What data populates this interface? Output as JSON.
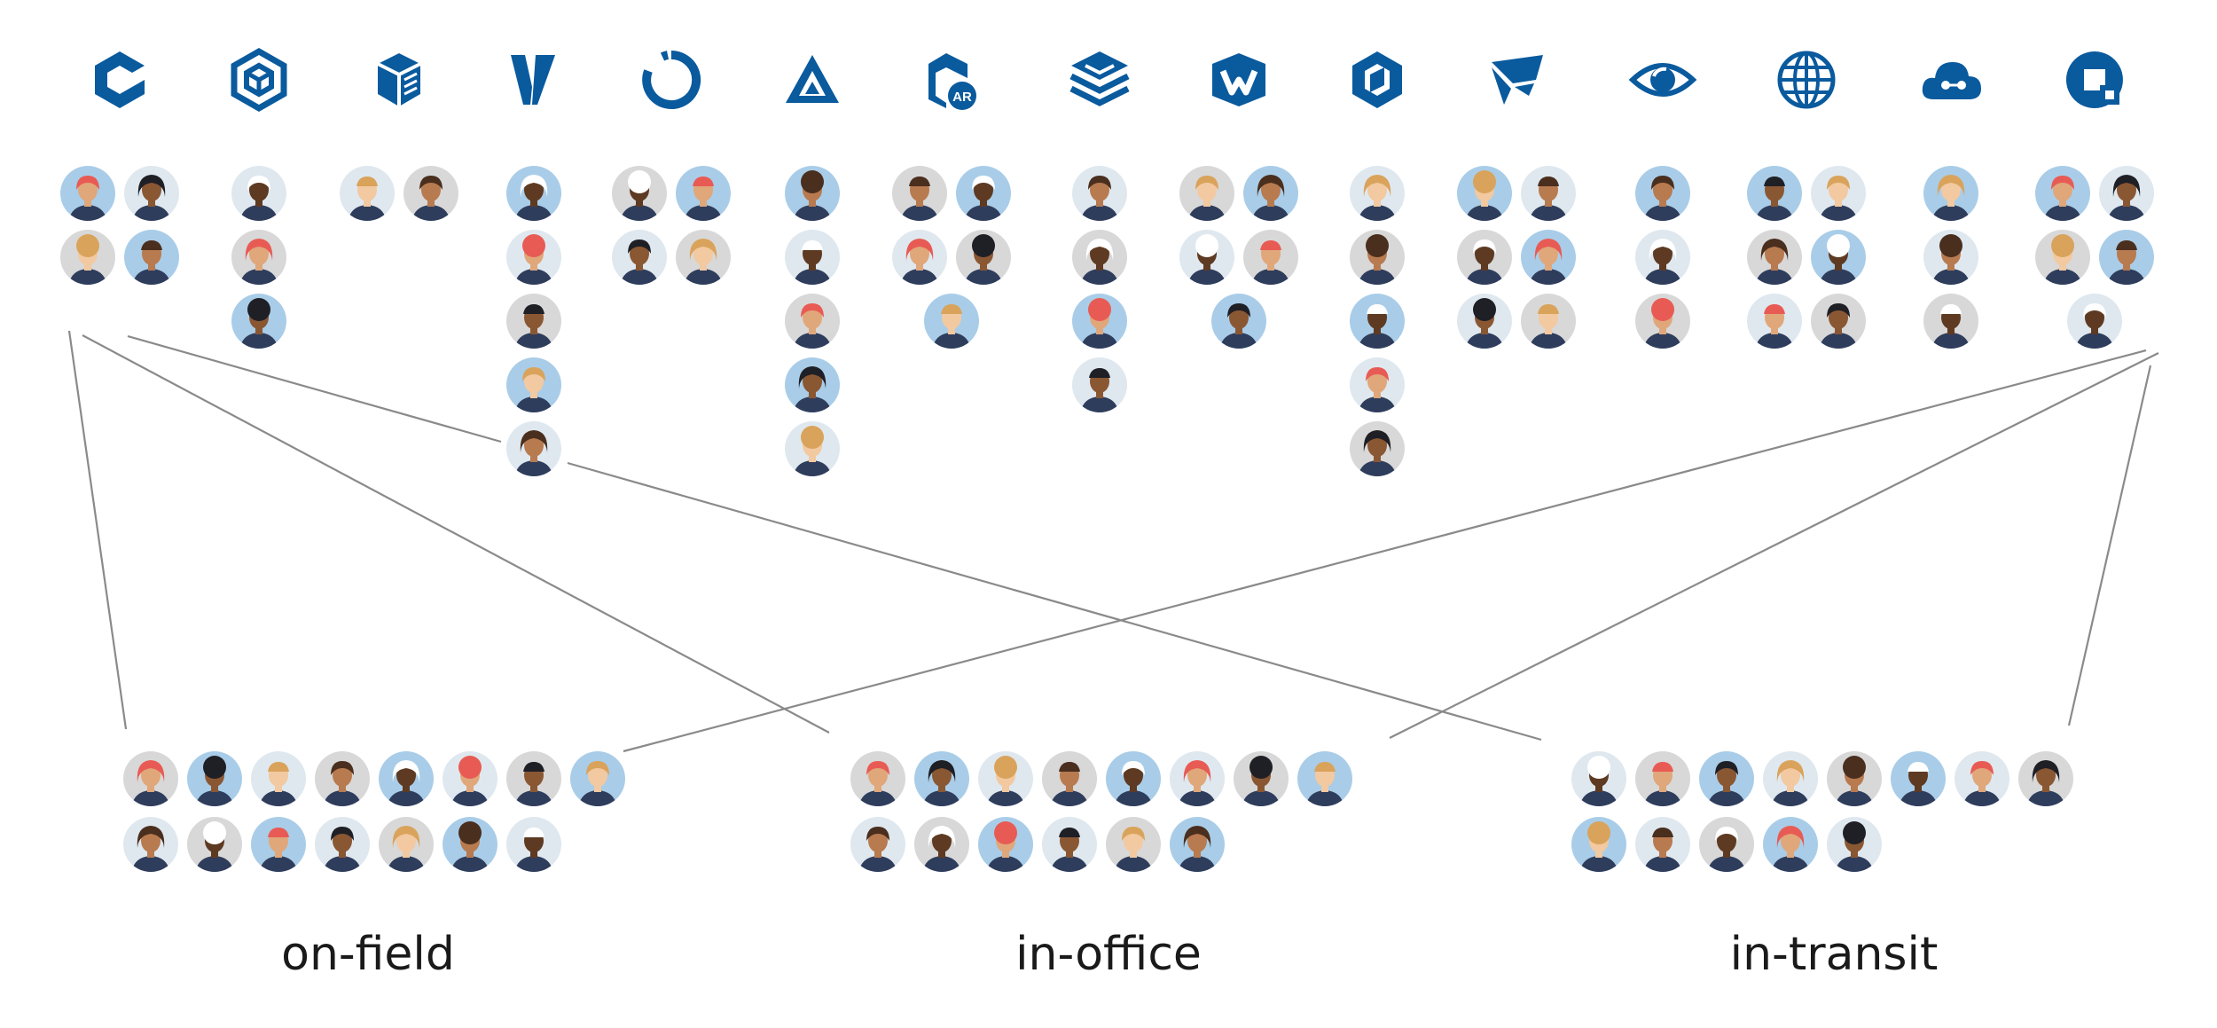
{
  "colors": {
    "brand": "#0a5a9e",
    "line": "#8a8a8a",
    "skin": [
      "#f2c9a0",
      "#e0a77a",
      "#b87a4f",
      "#8a5733",
      "#5e3a22"
    ],
    "hair": [
      "#1f1f26",
      "#4a2e1e",
      "#e85b54",
      "#d9a35b",
      "#ffffff"
    ],
    "shirt": [
      "#e9574f",
      "#4c8fcf",
      "#f5b335",
      "#2f3d5c",
      "#e9eef3"
    ],
    "bg": [
      "#a9cde8",
      "#dfe8ef",
      "#d8d8d8"
    ]
  },
  "products": [
    {
      "icon": "cube-logo-icon",
      "people": [
        "p1",
        "p2",
        "p3",
        "p4"
      ]
    },
    {
      "icon": "hexagon-cube-logo-icon",
      "people": [
        "p5",
        "p6",
        "p7"
      ]
    },
    {
      "icon": "layered-cube-logo-icon",
      "people": [
        "p8",
        "p9"
      ]
    },
    {
      "icon": "v-logo-icon",
      "people": [
        "p10",
        "p11",
        "p12",
        "p13",
        "p14"
      ]
    },
    {
      "icon": "ring-logo-icon",
      "people": [
        "p15",
        "p16",
        "p17",
        "p18"
      ]
    },
    {
      "icon": "triangle-logo-icon",
      "people": [
        "p19",
        "p20",
        "p21",
        "p22",
        "p23"
      ]
    },
    {
      "icon": "ar-logo-icon",
      "ar_label": "AR",
      "people": [
        "p24",
        "p25",
        "p26",
        "p27",
        "p28"
      ]
    },
    {
      "icon": "stacked-layers-logo-icon",
      "people": [
        "p29",
        "p30",
        "p31",
        "p32"
      ]
    },
    {
      "icon": "chevron-w-logo-icon",
      "people": [
        "p33",
        "p34",
        "p35",
        "p36",
        "p37"
      ]
    },
    {
      "icon": "hexagon-logo-icon",
      "people": [
        "p38",
        "p39",
        "p40",
        "p41",
        "p42"
      ]
    },
    {
      "icon": "folded-plane-logo-icon",
      "people": [
        "p43",
        "p44",
        "p45",
        "p46",
        "p47",
        "p48"
      ]
    },
    {
      "icon": "eye-logo-icon",
      "people": [
        "p49",
        "p50",
        "p51"
      ]
    },
    {
      "icon": "globe-logo-icon",
      "people": [
        "p52",
        "p53",
        "p54",
        "p55",
        "p56",
        "p57"
      ]
    },
    {
      "icon": "cloud-logo-icon",
      "people": [
        "p58",
        "p59",
        "p60"
      ]
    },
    {
      "icon": "square-o-logo-icon",
      "people": [
        "p61",
        "p62",
        "p63",
        "p64",
        "p65"
      ]
    }
  ],
  "groups": [
    {
      "label": "on-field",
      "people": [
        "g1",
        "g2",
        "g3",
        "g4",
        "g5",
        "g6",
        "g7",
        "g8",
        "g9",
        "g10",
        "g11",
        "g12",
        "g13",
        "g14",
        "g15"
      ]
    },
    {
      "label": "in-office",
      "people": [
        "g16",
        "g17",
        "g18",
        "g19",
        "g20",
        "g21",
        "g22",
        "g23",
        "g24",
        "g25",
        "g26",
        "g27",
        "g28",
        "g29"
      ]
    },
    {
      "label": "in-transit",
      "people": [
        "g30",
        "g31",
        "g32",
        "g33",
        "g34",
        "g35",
        "g36",
        "g37",
        "g38",
        "g39",
        "g40",
        "g41",
        "g42"
      ]
    }
  ]
}
